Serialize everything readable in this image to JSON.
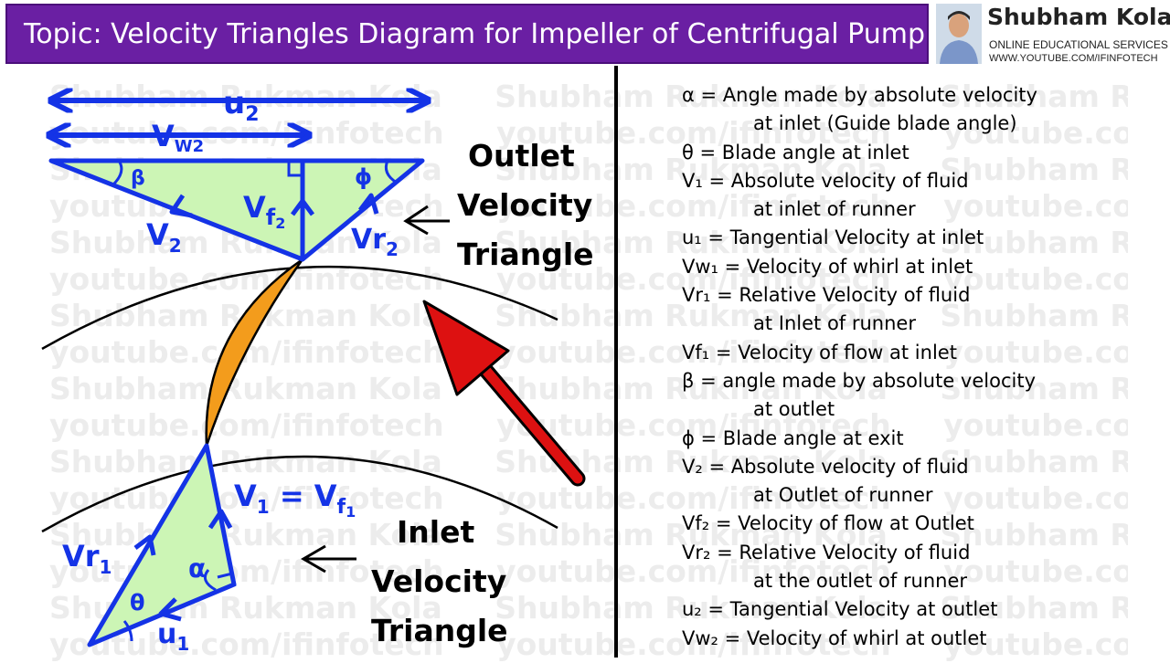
{
  "header": {
    "title": "Topic: Velocity Triangles Diagram for Impeller of Centrifugal Pump"
  },
  "brand": {
    "name": "Shubham Kola",
    "subtitle": "ONLINE EDUCATIONAL SERVICES",
    "url": "WWW.YOUTUBE.COM/IFINFOTECH"
  },
  "watermark": {
    "line1": "Shubham Rukman Kola",
    "line2": "youtube.com/ifinfotech"
  },
  "diagram": {
    "outlet_caption": [
      "Outlet",
      "Velocity",
      "Triangle"
    ],
    "inlet_caption": [
      "Inlet",
      "Velocity",
      "Triangle"
    ],
    "labels": {
      "u2": "u",
      "u2_sub": "2",
      "vw2": "V",
      "vw2_sub": "W2",
      "beta": "β",
      "phi": "ϕ",
      "vf2": "V",
      "vf2_sub": "f",
      "vf2_subsub": "2",
      "v2": "V",
      "v2_sub": "2",
      "vr2": "Vr",
      "vr2_sub": "2",
      "v1": "V",
      "v1_sub": "1",
      "v1_eq": " = V",
      "vf1_sub": "f",
      "vf1_subsub": "1",
      "vr1": "Vr",
      "vr1_sub": "1",
      "alpha": "α",
      "theta": "θ",
      "u1": "u",
      "u1_sub": "1"
    },
    "colors": {
      "vectors": "#1433e6",
      "triangle_fill": "#ccf5b5",
      "blade": "#f39c1c",
      "big_arrow": "#dd1111"
    }
  },
  "legend": [
    {
      "text": "α = Angle made by absolute velocity",
      "indent": false
    },
    {
      "text": "at inlet (Guide blade angle)",
      "indent": true
    },
    {
      "text": "θ = Blade angle at inlet",
      "indent": false
    },
    {
      "text": "V₁  = Absolute velocity of fluid",
      "indent": false
    },
    {
      "text": "at inlet of runner",
      "indent": true
    },
    {
      "text": "u₁ = Tangential Velocity at inlet",
      "indent": false
    },
    {
      "text": "Vw₁ = Velocity of whirl at inlet",
      "indent": false
    },
    {
      "text": "Vr₁  = Relative Velocity of fluid",
      "indent": false
    },
    {
      "text": "at Inlet of runner",
      "indent": true
    },
    {
      "text": "Vf₁ = Velocity of flow at inlet",
      "indent": false
    },
    {
      "text": "β = angle made by absolute velocity",
      "indent": false
    },
    {
      "text": "at outlet",
      "indent": true
    },
    {
      "text": "ϕ = Blade angle at exit",
      "indent": false
    },
    {
      "text": "V₂  = Absolute velocity of fluid",
      "indent": false
    },
    {
      "text": "at Outlet of runner",
      "indent": true
    },
    {
      "text": "Vf₂  = Velocity of flow at Outlet",
      "indent": false
    },
    {
      "text": "Vr₂  = Relative Velocity of fluid",
      "indent": false
    },
    {
      "text": "at the outlet of runner",
      "indent": true
    },
    {
      "text": "u₂  = Tangential Velocity at outlet",
      "indent": false
    },
    {
      "text": "Vw₂ = Velocity of whirl at outlet",
      "indent": false
    }
  ]
}
